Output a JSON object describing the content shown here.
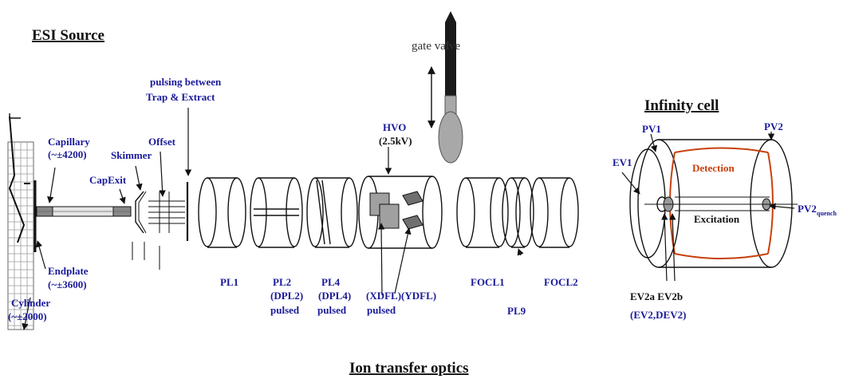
{
  "headings": {
    "esi_source": "ESI Source",
    "infinity_cell": "Infinity cell",
    "ion_transfer_optics": "Ion transfer optics"
  },
  "labels": {
    "gate_valve": "gate valve",
    "pulsing_line1": "pulsing between",
    "pulsing_line2": "Trap & Extract",
    "capillary_line1": "Capillary",
    "capillary_line2": "(~±4200)",
    "skimmer": "Skimmer",
    "offset": "Offset",
    "capexit": "CapExit",
    "endplate_line1": "Endplate",
    "endplate_line2": "(~±3600)",
    "cylinder_line1": "Cylinder",
    "cylinder_line2": "(~±2000)",
    "hvo_line1": "HVO",
    "hvo_line2": "(2.5kV)",
    "pl1": "PL1",
    "pl2_line1": "PL2",
    "pl2_line2": "(DPL2)",
    "pl2_line3": "pulsed",
    "pl4_line1": "PL4",
    "pl4_line2": "(DPL4)",
    "pl4_line3": "pulsed",
    "xdfl_line1": "(XDFL)(YDFL)",
    "xdfl_line2": "pulsed",
    "focl1": "FOCL1",
    "focl2": "FOCL2",
    "pl9": "PL9",
    "ev1": "EV1",
    "pv1": "PV1",
    "pv2": "PV2",
    "detection": "Detection",
    "excitation": "Excitation",
    "pv2_quench": "PV2",
    "pv2_quench_sub": "quench",
    "ev2a_ev2b": "EV2a EV2b",
    "ev2_dev2": "(EV2,DEV2)"
  },
  "colors": {
    "label_blue": "#1a1a99",
    "label_black": "#111111",
    "cell_electrode": "#c8400a",
    "grid": "#9a9a9a",
    "valve_gray": "#a8a8a8",
    "plate_gray": "#a0a0a0"
  }
}
